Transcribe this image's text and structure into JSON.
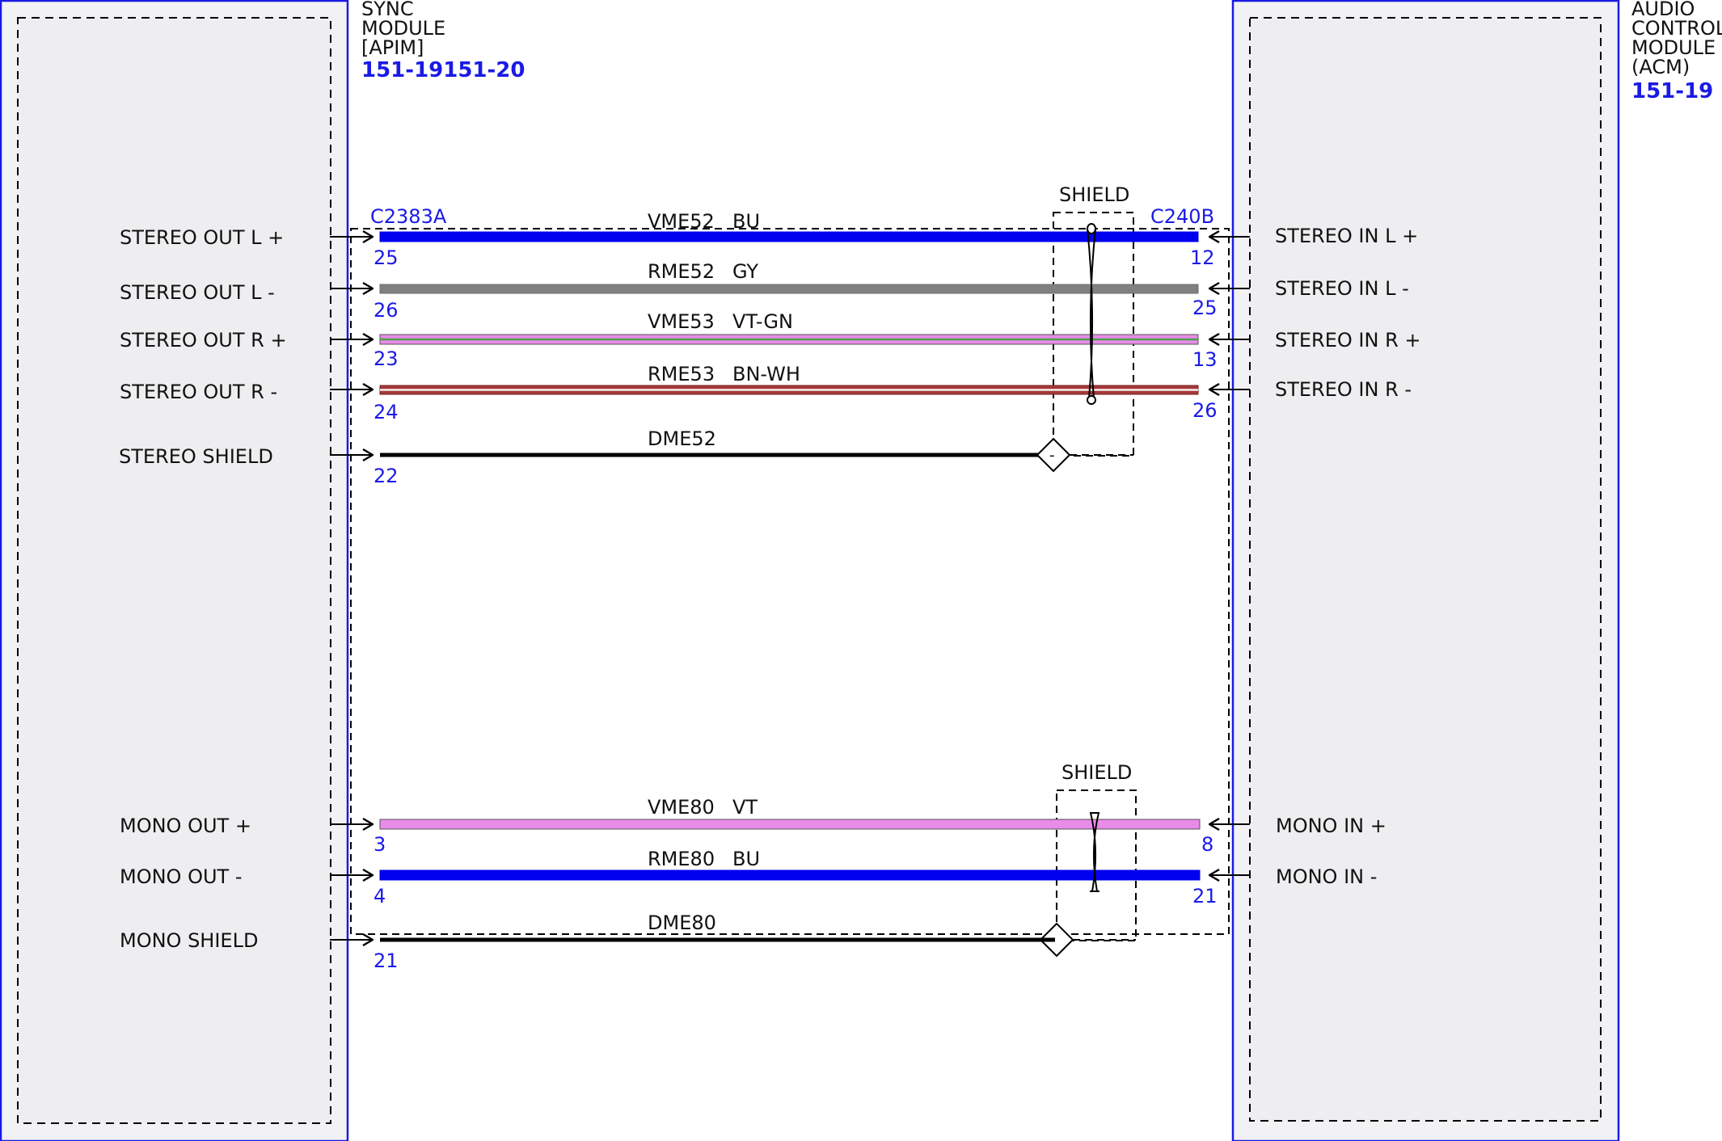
{
  "colors": {
    "module_border": "#1a1ae6",
    "module_fill": "#f2f2f4",
    "pin_text": "#1a1ae6",
    "BU": "#0000ee",
    "GY": "#808080",
    "VT": "#e98be9",
    "GN": "#4aa04a",
    "BN": "#a53a3a",
    "WH": "#ffffff",
    "BK": "#000000"
  },
  "left_module": {
    "title_lines": [
      "SYNC",
      "MODULE",
      "[APIM]"
    ],
    "ref": "151-19151-20",
    "connector": "C2383A",
    "icon": "module-box"
  },
  "right_module": {
    "title_lines": [
      "AUDIO",
      "CONTROL",
      "MODULE",
      "(ACM)"
    ],
    "ref": "151-19",
    "connector": "C240B",
    "icon": "module-box"
  },
  "shields": [
    {
      "id": "shield-1",
      "label": "SHIELD",
      "twisted_circuits": [
        "VME52",
        "RME52",
        "VME53",
        "RME53"
      ],
      "drain": "DME52"
    },
    {
      "id": "shield-2",
      "label": "SHIELD",
      "twisted_circuits": [
        "VME80",
        "RME80"
      ],
      "drain": "DME80"
    }
  ],
  "wires": [
    {
      "left_label": "STEREO OUT L +",
      "left_pin": "25",
      "circuit": "VME52",
      "color_code": "BU",
      "colors": [
        "BU"
      ],
      "right_label": "STEREO IN L +",
      "right_pin": "12"
    },
    {
      "left_label": "STEREO OUT L -",
      "left_pin": "26",
      "circuit": "RME52",
      "color_code": "GY",
      "colors": [
        "GY"
      ],
      "right_label": "STEREO IN L -",
      "right_pin": "25"
    },
    {
      "left_label": "STEREO OUT R +",
      "left_pin": "23",
      "circuit": "VME53",
      "color_code": "VT-GN",
      "colors": [
        "VT",
        "GN"
      ],
      "right_label": "STEREO IN R +",
      "right_pin": "13"
    },
    {
      "left_label": "STEREO OUT R -",
      "left_pin": "24",
      "circuit": "RME53",
      "color_code": "BN-WH",
      "colors": [
        "BN",
        "WH"
      ],
      "right_label": "STEREO IN R -",
      "right_pin": "26"
    },
    {
      "left_label": "STEREO SHIELD",
      "left_pin": "22",
      "circuit": "DME52",
      "color_code": "",
      "colors": [
        "BK"
      ],
      "right_label": "",
      "right_pin": "",
      "terminates_at": "shield-1"
    },
    {
      "left_label": "MONO OUT +",
      "left_pin": "3",
      "circuit": "VME80",
      "color_code": "VT",
      "colors": [
        "VT"
      ],
      "right_label": "MONO IN +",
      "right_pin": "8"
    },
    {
      "left_label": "MONO OUT -",
      "left_pin": "4",
      "circuit": "RME80",
      "color_code": "BU",
      "colors": [
        "BU"
      ],
      "right_label": "MONO IN -",
      "right_pin": "21"
    },
    {
      "left_label": "MONO SHIELD",
      "left_pin": "21",
      "circuit": "DME80",
      "color_code": "",
      "colors": [
        "BK"
      ],
      "right_label": "",
      "right_pin": "",
      "terminates_at": "shield-2"
    }
  ]
}
